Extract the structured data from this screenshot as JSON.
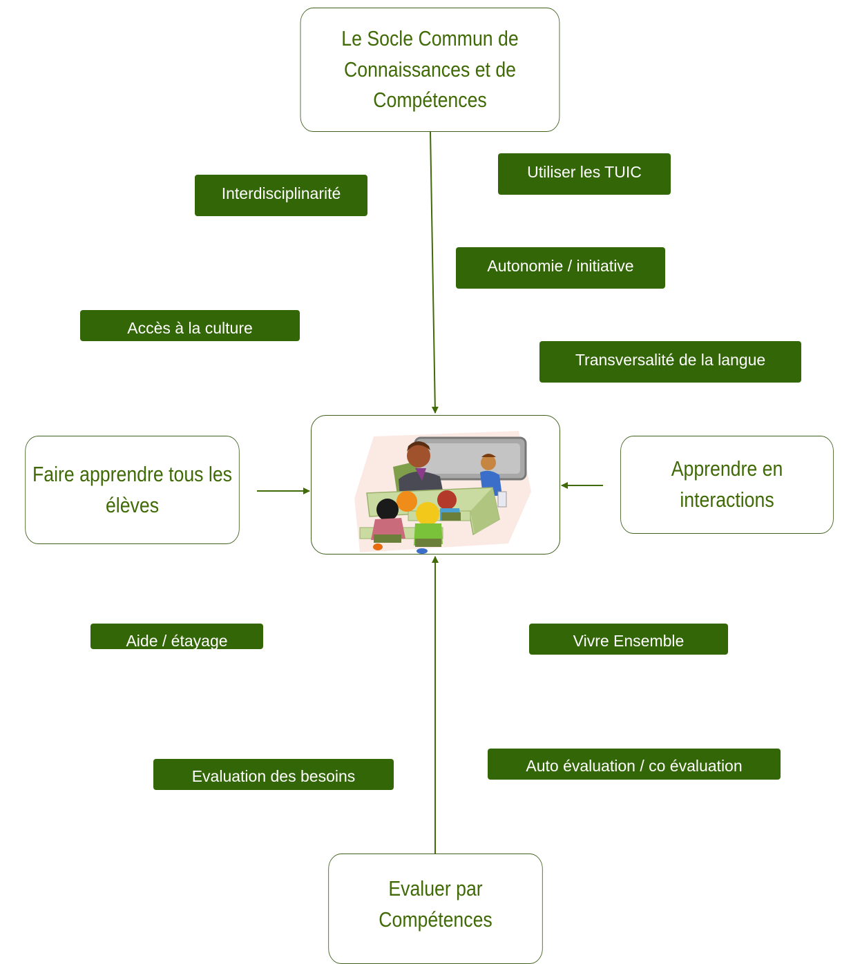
{
  "boxes": {
    "socle": "Le Socle Commun de Connaissances et de Compétences",
    "faire_apprendre": "Faire apprendre tous les élèves",
    "apprendre_interactions": "Apprendre en interactions",
    "evaluer": "Evaluer par Compétences"
  },
  "tags": {
    "interdisciplinarite": "Interdisciplinarité",
    "utiliser_tuic": "Utiliser les TUIC",
    "autonomie": "Autonomie / initiative",
    "acces_culture": "Accès à la culture",
    "transversalite": "Transversalité de la langue",
    "aide_etayage": "Aide / étayage",
    "vivre_ensemble": "Vivre Ensemble",
    "evaluation_besoins": "Evaluation des besoins",
    "auto_evaluation": "Auto évaluation / co évaluation"
  },
  "colors": {
    "box_text": "#3f6a06",
    "tag_fill": "#336606",
    "tag_text": "#ffffff",
    "border": "#3f5f1c"
  },
  "center_image": "classroom-clipart"
}
